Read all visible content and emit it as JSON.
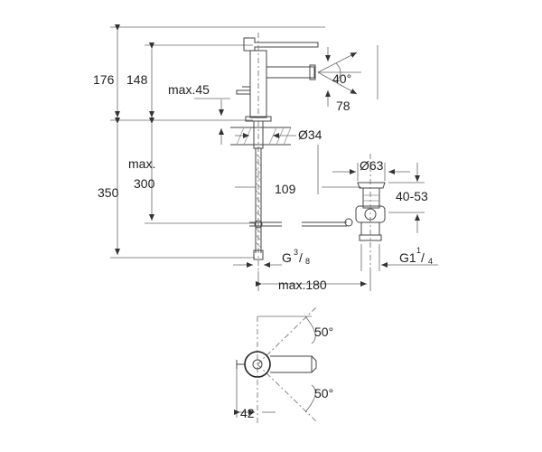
{
  "dimensions": {
    "total_height": "176",
    "body_height": "148",
    "lever_travel": "max.45",
    "spout_angle": "40°",
    "spout_reach_angle": "78",
    "base_diameter": "Ø34",
    "below_max": "max.",
    "below_300": "300",
    "below_total": "350",
    "waste_diameter": "Ø63",
    "waste_offset": "109",
    "waste_range": "40-53",
    "inlet_thread_main": "G",
    "inlet_thread_num": "3",
    "inlet_thread_den": "8",
    "waste_thread_main": "G1",
    "waste_thread_num": "1",
    "waste_thread_den": "4",
    "max_reach": "max.180",
    "swivel_top": "50°",
    "swivel_bottom": "50°",
    "plan_offset": "42"
  }
}
